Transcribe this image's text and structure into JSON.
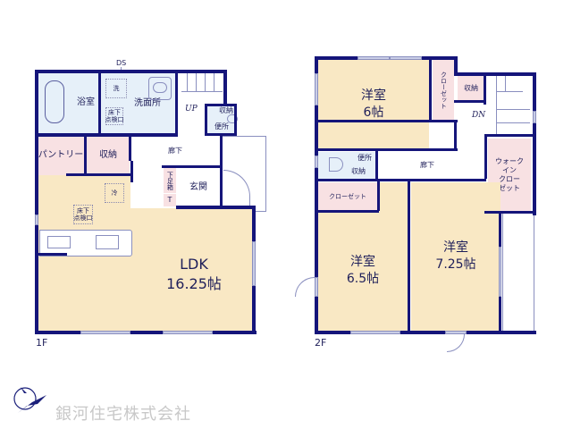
{
  "plan": {
    "floor1": {
      "label": "1F",
      "ds_label": "DS",
      "rooms": {
        "bath": "浴室",
        "washroom": "洗面所",
        "washer": "洗",
        "underfloor_hatch_wash": "床下\n点検口",
        "up_label": "UP",
        "storage_stairs": "収納",
        "toilet": "便所",
        "pantry": "パントリー",
        "storage": "収納",
        "hallway": "廊下",
        "shoe_box": "下足箱",
        "shoe_box_t": "T",
        "entrance": "玄関",
        "fridge": "冷",
        "underfloor_hatch_ldk": "床下\n点検口",
        "ldk_name": "LDK",
        "ldk_size": "16.25帖"
      }
    },
    "floor2": {
      "label": "2F",
      "rooms": {
        "western1_name": "洋室",
        "western1_size": "6帖",
        "closet_vertical": "クローゼット",
        "storage": "収納",
        "dn_label": "DN",
        "toilet": "便所",
        "toilet_storage": "収納",
        "hallway": "廊下",
        "walk_in_closet": "ウォーク\nイン\nクロー\nゼット",
        "closet": "クローゼット",
        "western2_name": "洋室",
        "western2_size": "6.5帖",
        "western3_name": "洋室",
        "western3_size": "7.25帖"
      }
    },
    "colors": {
      "wall": "#15157a",
      "living": "#f9e8c4",
      "storage": "#f8e1e3",
      "wet_area": "#e6f0f9"
    }
  },
  "company": {
    "name": "銀河住宅株式会社",
    "logo": "north-arrow-bird-logo"
  }
}
